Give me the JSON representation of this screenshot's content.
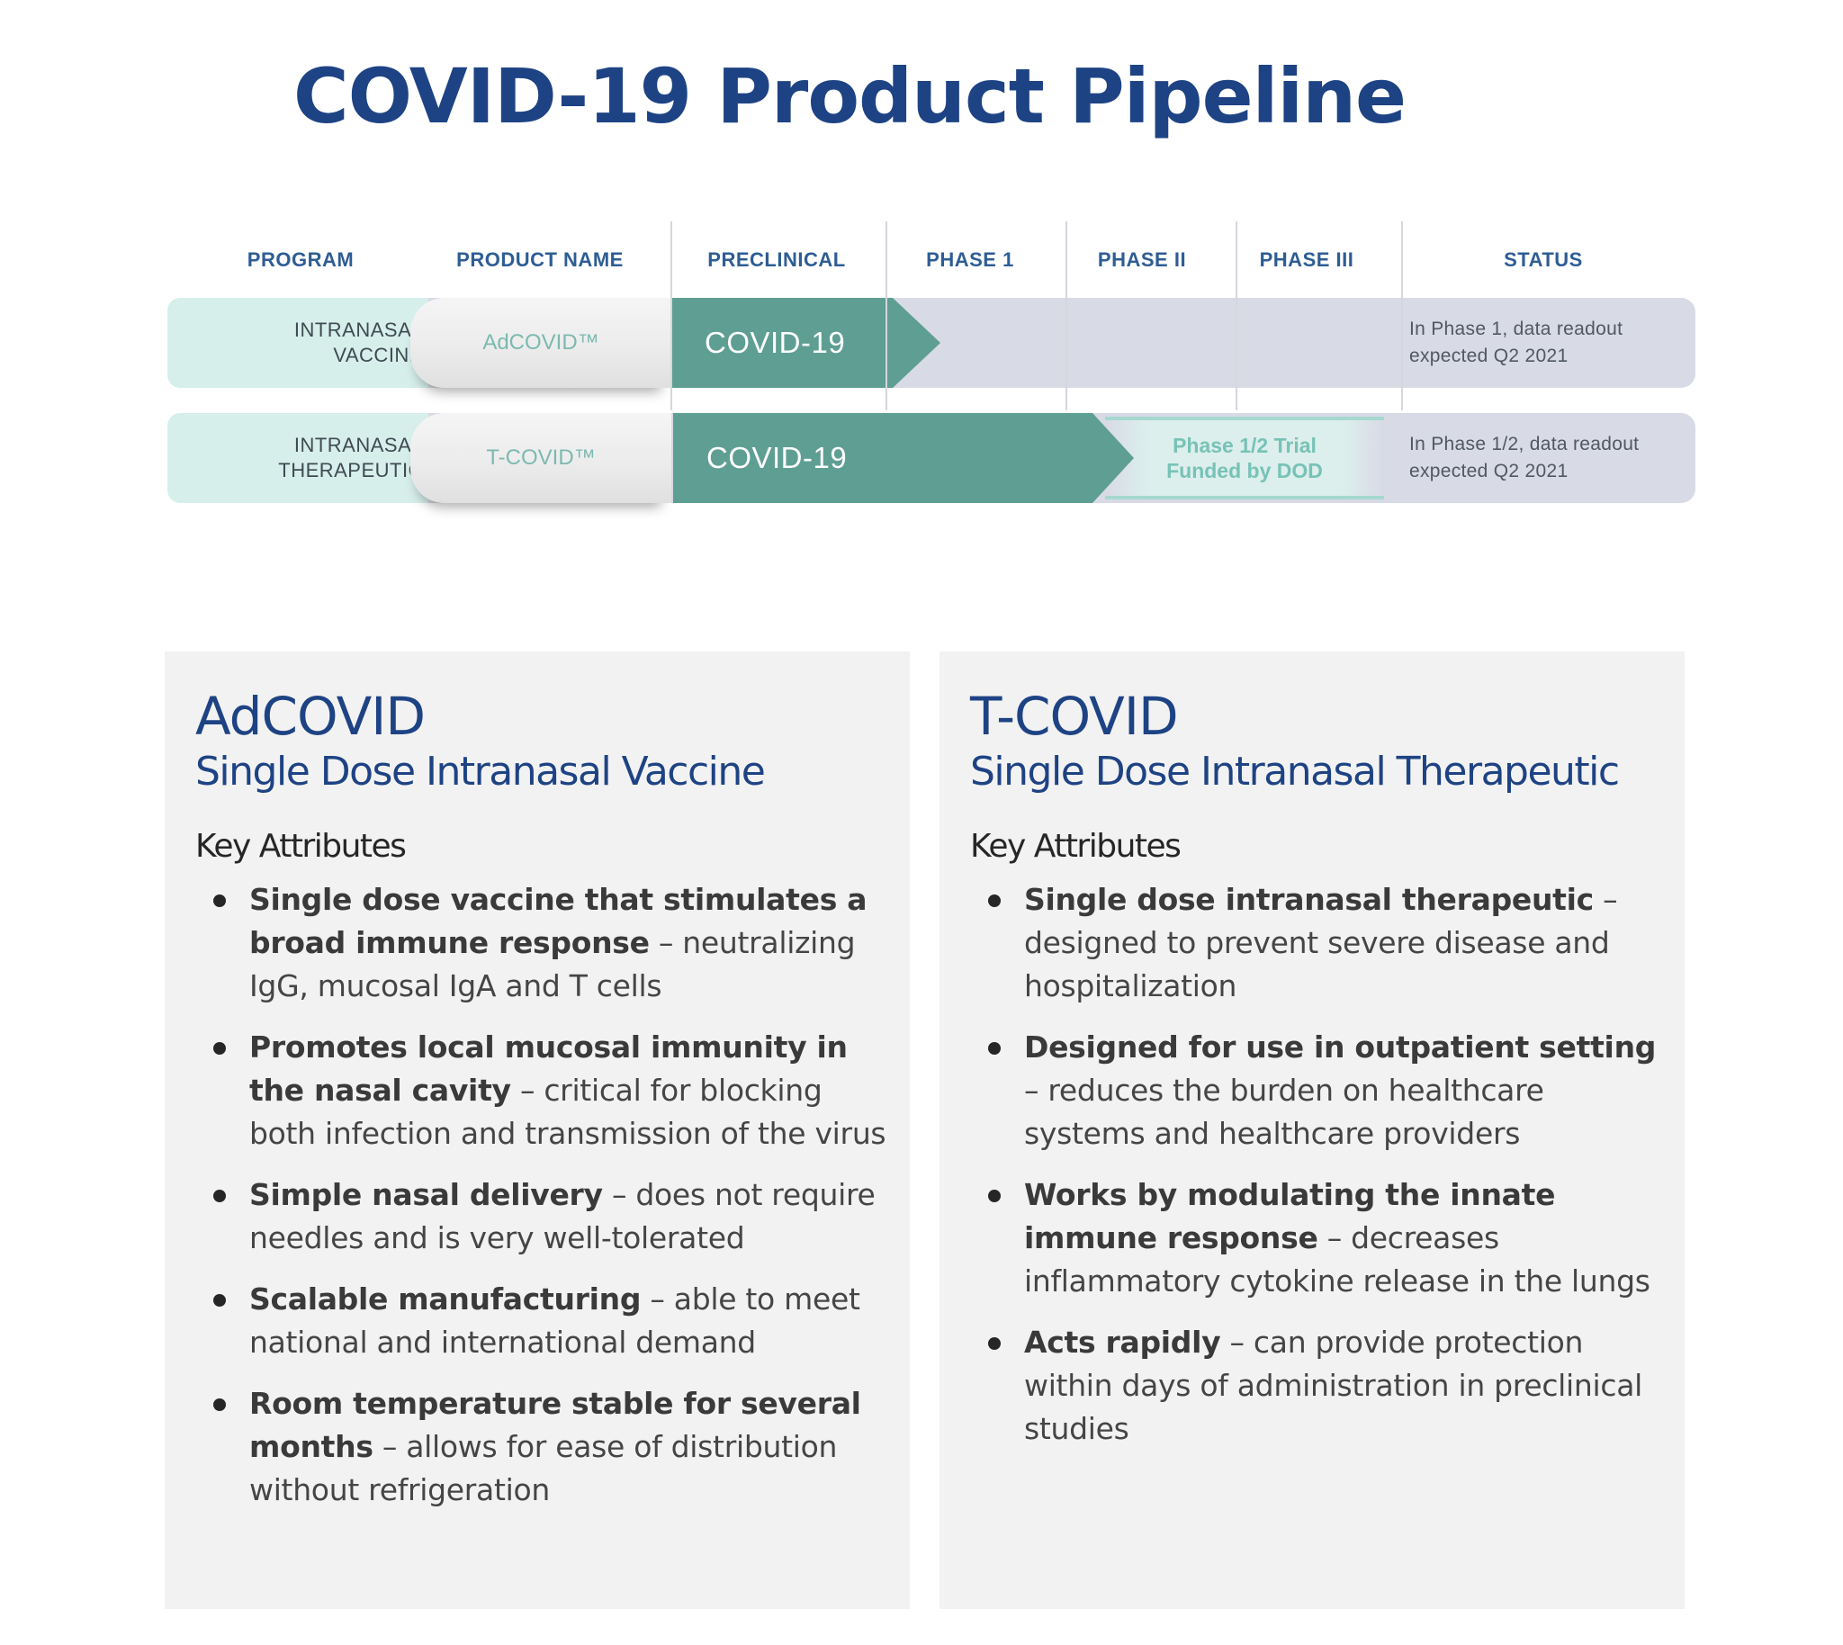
{
  "title": "COVID-19 Product Pipeline",
  "pipeline": {
    "headers": [
      "PROGRAM",
      "PRODUCT NAME",
      "PRECLINICAL",
      "PHASE 1",
      "PHASE II",
      "PHASE III",
      "STATUS"
    ],
    "rows": [
      {
        "program": "INTRANASAL\nVACCINE",
        "product": "AdCOVID™",
        "bar_label": "COVID-19",
        "status": "In Phase 1, data readout\nexpected Q2 2021",
        "extension_label": "",
        "bar_color": "#5e9e93"
      },
      {
        "program": "INTRANASAL\nTHERAPEUTIC",
        "product": "T-COVID™",
        "bar_label": "COVID-19",
        "status": "In Phase 1/2, data readout\nexpected Q2 2021",
        "extension_label": "Phase 1/2 Trial\nFunded by DOD",
        "bar_color": "#5e9e93"
      }
    ]
  },
  "cards": [
    {
      "title": "AdCOVID",
      "subtitle": "Single Dose Intranasal Vaccine",
      "key_label": "Key Attributes",
      "bullets": [
        {
          "bold": "Single dose vaccine that stimulates a broad immune response",
          "rest": " – neutralizing IgG, mucosal IgA and T cells"
        },
        {
          "bold": "Promotes local mucosal immunity in the nasal cavity",
          "rest": " – critical for blocking both infection and transmission of the virus"
        },
        {
          "bold": "Simple nasal delivery",
          "rest": " – does not require needles and is very well-tolerated"
        },
        {
          "bold": "Scalable manufacturing",
          "rest": " – able to meet national and international demand"
        },
        {
          "bold": "Room temperature stable for several months",
          "rest": " – allows for ease of distribution without refrigeration"
        }
      ]
    },
    {
      "title": "T-COVID",
      "subtitle": "Single Dose Intranasal Therapeutic",
      "key_label": "Key Attributes",
      "bullets": [
        {
          "bold": "Single dose intranasal therapeutic",
          "rest": " – designed to prevent severe disease and hospitalization"
        },
        {
          "bold": "Designed for use in outpatient setting",
          "rest": " – reduces the burden on healthcare systems and healthcare providers"
        },
        {
          "bold": "Works by modulating the innate immune response",
          "rest": " – decreases inflammatory cytokine release in the lungs"
        },
        {
          "bold": "Acts rapidly",
          "rest": " – can provide protection within days of administration in preclinical studies"
        }
      ]
    }
  ]
}
